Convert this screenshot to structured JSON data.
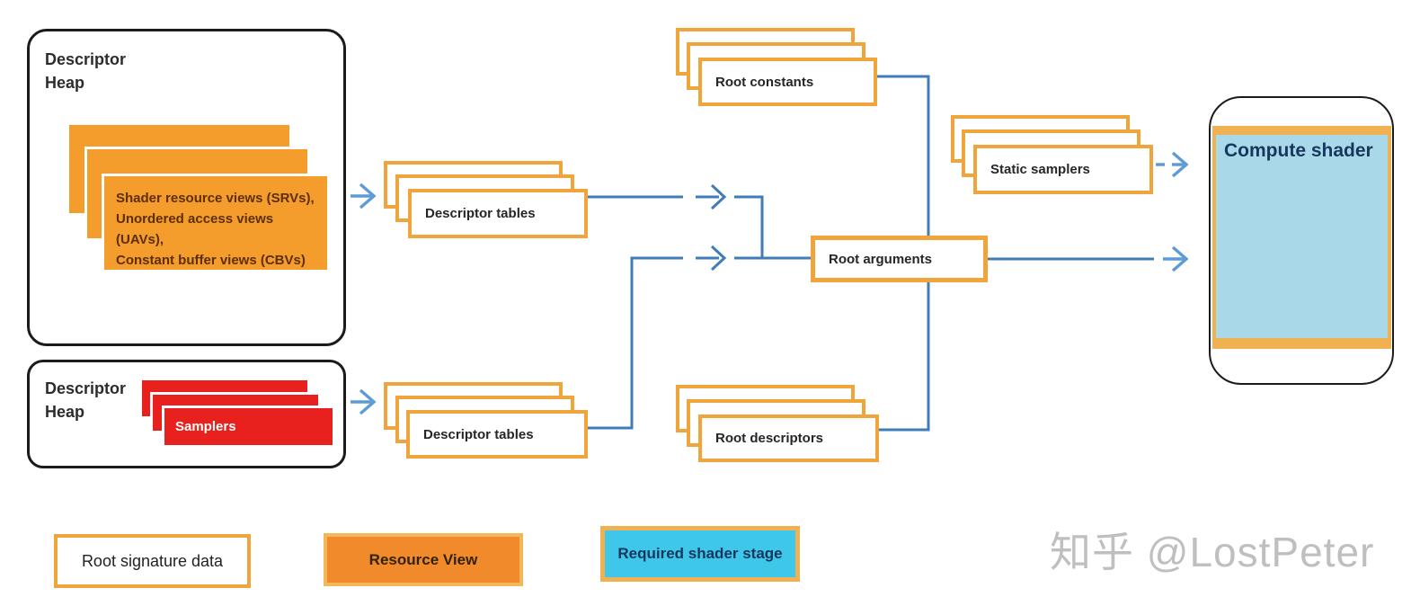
{
  "nodes": {
    "descriptor_heap_top": {
      "title": "Descriptor\nHeap",
      "resource_views": "Shader resource views (SRVs),\nUnordered access views (UAVs),\nConstant buffer views (CBVs)"
    },
    "descriptor_heap_bottom": {
      "title": "Descriptor\nHeap",
      "samplers": "Samplers"
    },
    "descriptor_tables_top": "Descriptor tables",
    "descriptor_tables_bottom": "Descriptor tables",
    "root_constants": "Root constants",
    "root_arguments": "Root arguments",
    "static_samplers": "Static samplers",
    "root_descriptors": "Root descriptors",
    "compute_shader": "Compute shader"
  },
  "legend": {
    "items": [
      {
        "label": "Root signature data",
        "style": "outline"
      },
      {
        "label": "Resource View",
        "style": "resource-view"
      },
      {
        "label": "Required shader stage",
        "style": "shader-stage"
      }
    ]
  },
  "watermark": "知乎 @LostPeter",
  "colors": {
    "orange_border": "#EFA53C",
    "orange_fill": "#F59D2C",
    "orange_bar": "#EFB152",
    "red_fill": "#E8211E",
    "connector_blue": "#3F7CB9",
    "arrow_blue": "#5C9BD6",
    "compute_fill": "#A9D9E8",
    "legend_cyan": "#3EC7E9",
    "navy_text": "#17375E",
    "watermark_gray": "#bfbfbf"
  }
}
